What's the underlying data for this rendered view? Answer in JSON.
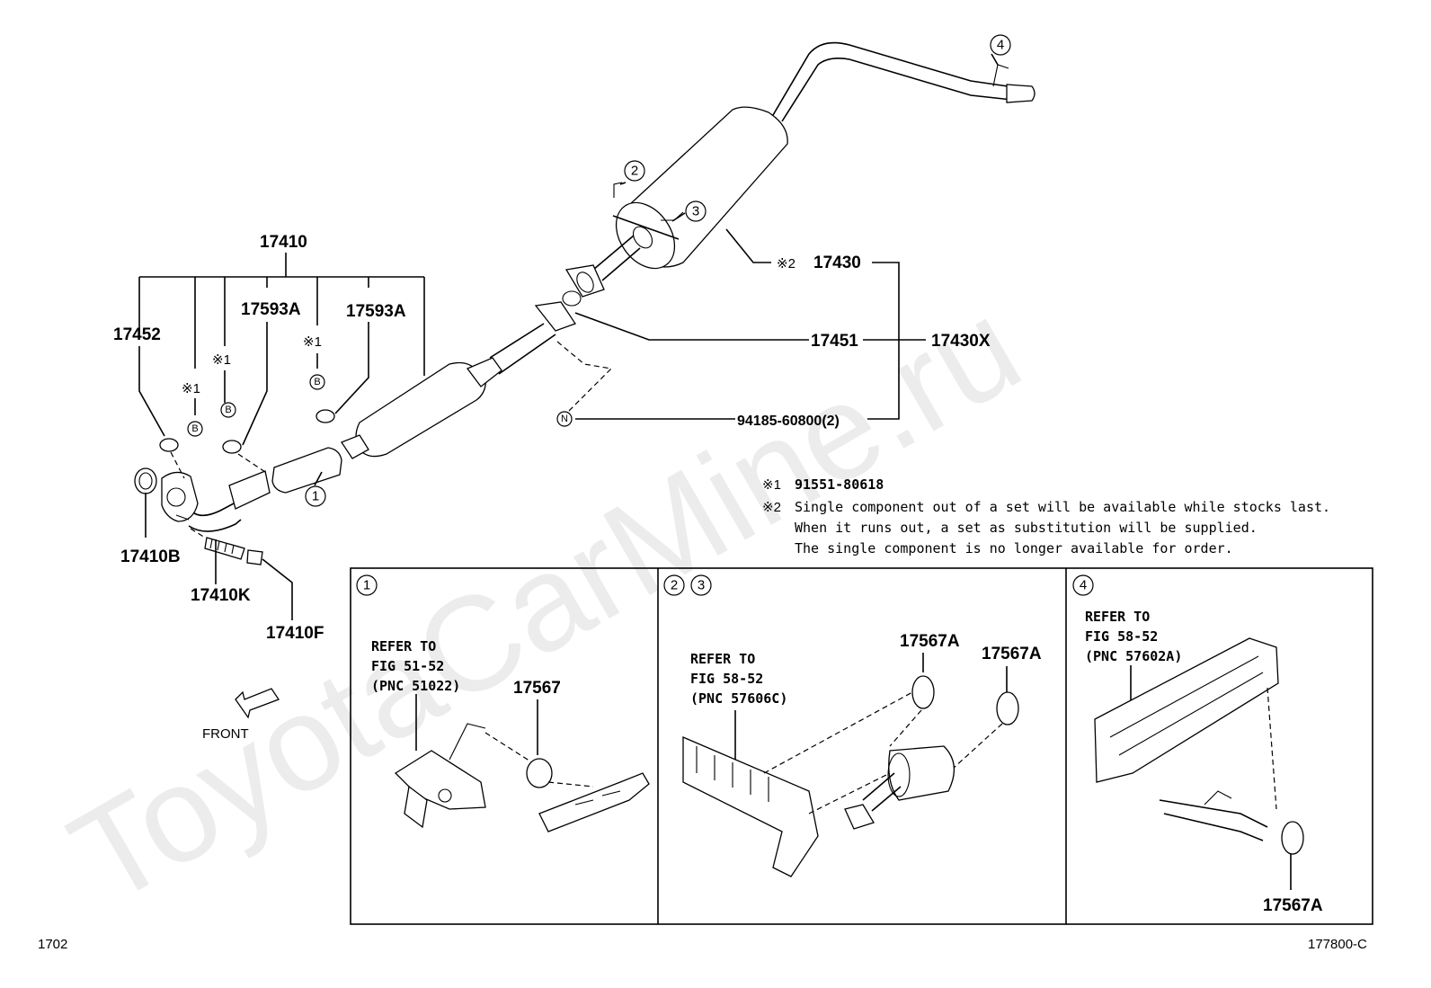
{
  "watermark": "ToyotaCarMine.ru",
  "main_parts": {
    "assembly": "17410",
    "gasket_front": "17452",
    "clamp_a": "17593A",
    "clamp_b": "17593A",
    "gasket_ring": "17410B",
    "stud": "17410K",
    "nut": "17410F",
    "tail_pipe": "17430",
    "gasket_mid": "17451",
    "set": "17430X",
    "nut_set": "94185-60800(2)"
  },
  "marks": {
    "note1": "※1",
    "note2": "※2",
    "b": "B",
    "n": "N",
    "c1": "1",
    "c2": "2",
    "c3": "3",
    "c4": "4"
  },
  "notes": {
    "n1_mark": "※1",
    "n1_text": "91551-80618",
    "n2_mark": "※2",
    "n2_line1": "Single component out of a set will be available while stocks last.",
    "n2_line2": "When it runs out, a set as substitution will be supplied.",
    "n2_line3": "The single component is no longer available for order."
  },
  "front_label": "FRONT",
  "panels": {
    "p1": {
      "refer": "REFER TO",
      "fig": "FIG 51-52",
      "pnc": "(PNC 51022)",
      "part": "17567"
    },
    "p23": {
      "refer": "REFER TO",
      "fig": "FIG 58-52",
      "pnc": "(PNC 57606C)",
      "part_a": "17567A",
      "part_b": "17567A"
    },
    "p4": {
      "refer": "REFER TO",
      "fig": "FIG 58-52",
      "pnc": "(PNC 57602A)",
      "part": "17567A"
    }
  },
  "footer": {
    "left": "1702",
    "right": "177800-C"
  }
}
